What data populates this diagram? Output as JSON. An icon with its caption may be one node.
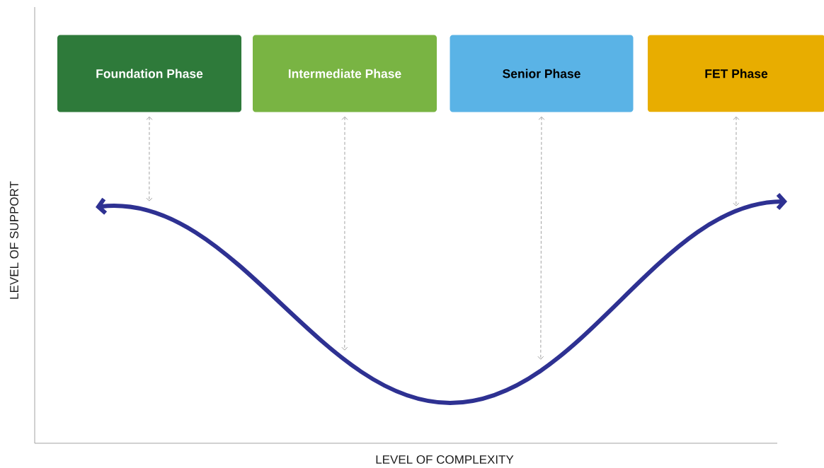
{
  "diagram": {
    "nodes": [
      {
        "text": [
          "Foundation Phase"
        ]
      },
      {
        "text": [
          "Intermediate Phase"
        ]
      },
      {
        "text": [
          "Senior Phase"
        ]
      },
      {
        "text": [
          "FET Phase"
        ]
      },
      {
        "text": [],
        "shape": "curve"
      }
    ],
    "edges": [
      {
        "from": 0,
        "to": 4,
        "arrow": "both",
        "style": "dashed"
      },
      {
        "from": 1,
        "to": 4,
        "arrow": "both",
        "style": "dashed"
      },
      {
        "from": 2,
        "to": 4,
        "arrow": "both",
        "style": "dashed"
      },
      {
        "from": 3,
        "to": 4,
        "arrow": "both",
        "style": "dashed"
      }
    ],
    "labels": [
      "LEVEL OF SUPPORT",
      "LEVEL OF COMPLEXITY"
    ]
  }
}
